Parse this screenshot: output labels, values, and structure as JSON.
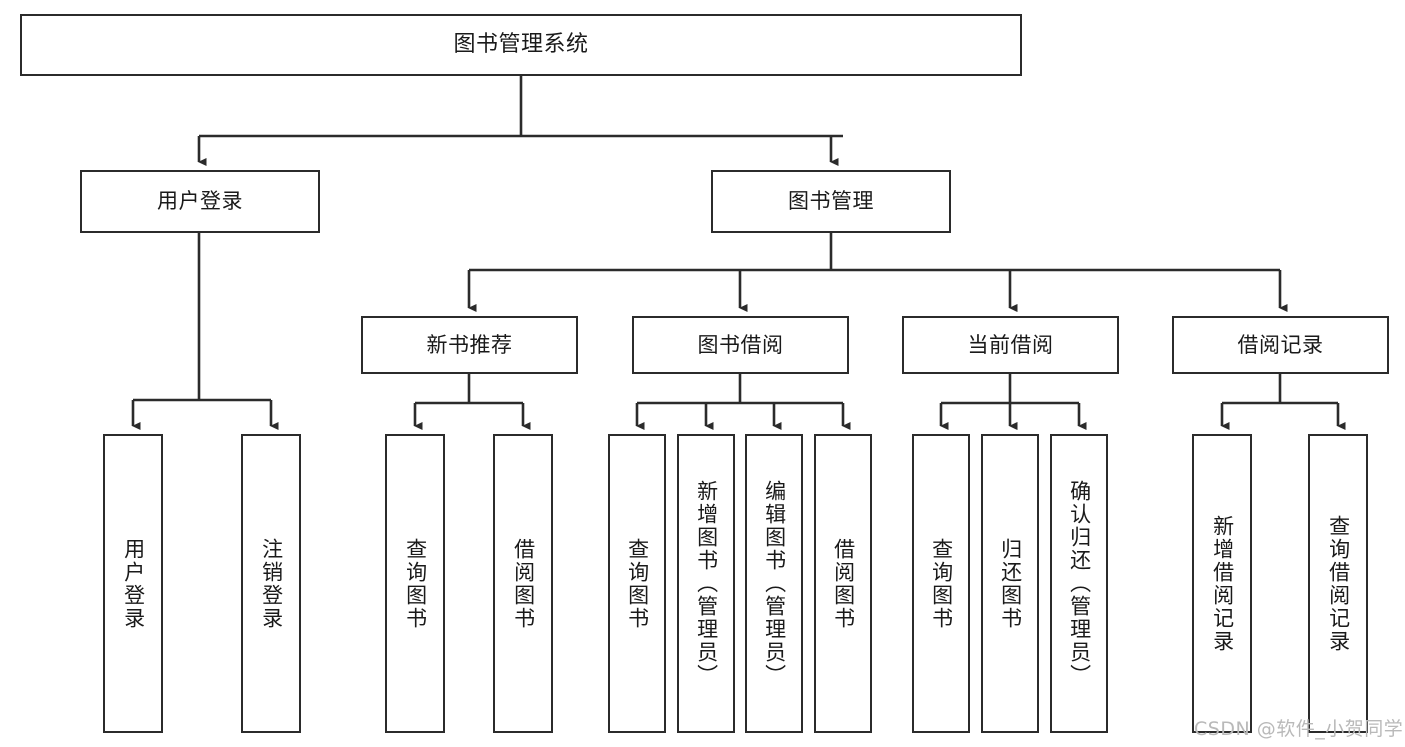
{
  "diagram": {
    "title": "图书管理系统",
    "type": "functional-structure-tree",
    "watermark": "CSDN @软件_小贺同学",
    "colors": {
      "stroke": "#2b2b2b",
      "fill": "#ffffff",
      "text": "#1a1a1a",
      "watermark": "#b9b9b9"
    },
    "levels": {
      "root": {
        "label": "图书管理系统"
      },
      "level2": [
        {
          "label": "用户登录"
        },
        {
          "label": "图书管理"
        }
      ],
      "level3": [
        {
          "label": "新书推荐"
        },
        {
          "label": "图书借阅"
        },
        {
          "label": "当前借阅"
        },
        {
          "label": "借阅记录"
        }
      ],
      "leaves": {
        "user_login": [
          {
            "label": "用户登录"
          },
          {
            "label": "注销登录"
          }
        ],
        "new_book_recommend": [
          {
            "label": "查询图书"
          },
          {
            "label": "借阅图书"
          }
        ],
        "book_borrow": [
          {
            "label": "查询图书"
          },
          {
            "label": "新增图书（管理员）"
          },
          {
            "label": "编辑图书（管理员）"
          },
          {
            "label": "借阅图书"
          }
        ],
        "current_borrow": [
          {
            "label": "查询图书"
          },
          {
            "label": "归还图书"
          },
          {
            "label": "确认归还（管理员）"
          }
        ],
        "borrow_record": [
          {
            "label": "新增借阅记录"
          },
          {
            "label": "查询借阅记录"
          }
        ]
      }
    }
  }
}
